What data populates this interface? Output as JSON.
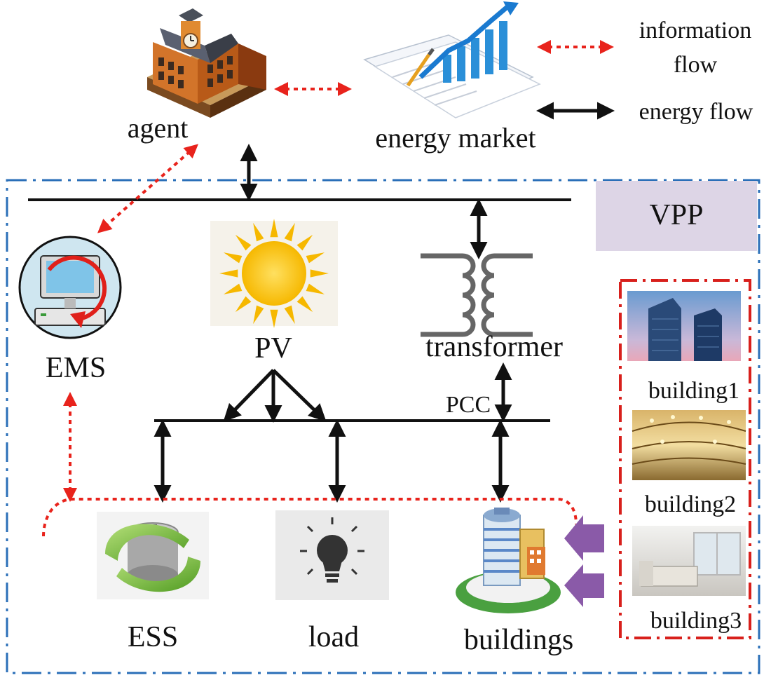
{
  "labels": {
    "agent": "agent",
    "energy_market": "energy market",
    "legend_info_line1": "information",
    "legend_info_line2": "flow",
    "legend_energy": "energy flow",
    "vpp": "VPP",
    "ems": "EMS",
    "pv": "PV",
    "transformer": "transformer",
    "pcc": "PCC",
    "ess": "ESS",
    "load": "load",
    "buildings": "buildings",
    "building1": "building1",
    "building2": "building2",
    "building3": "building3"
  },
  "colors": {
    "info_flow": "#e8231c",
    "energy_flow": "#111111",
    "vpp_border": "#2a6fb8",
    "vpp_box": "#ddd5e6",
    "buildings_border": "#d8201c",
    "input_arrow": "#8a5aa8"
  }
}
